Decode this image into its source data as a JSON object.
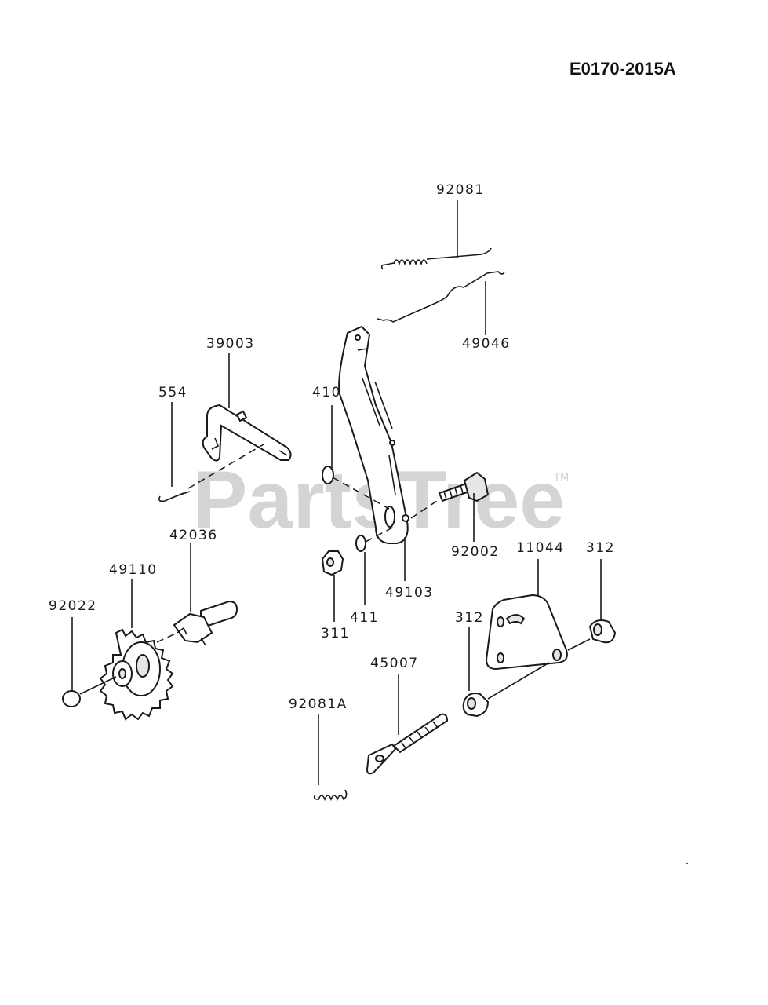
{
  "diagram": {
    "code": "E0170-2015A",
    "watermark": "PartsTree",
    "trademark": "TM",
    "parts": [
      {
        "id": "92081"
      },
      {
        "id": "49046"
      },
      {
        "id": "39003"
      },
      {
        "id": "554"
      },
      {
        "id": "410"
      },
      {
        "id": "92002"
      },
      {
        "id": "49103"
      },
      {
        "id": "411"
      },
      {
        "id": "311"
      },
      {
        "id": "42036"
      },
      {
        "id": "49110"
      },
      {
        "id": "92022"
      },
      {
        "id": "11044"
      },
      {
        "id": "312"
      },
      {
        "id": "312"
      },
      {
        "id": "45007"
      },
      {
        "id": "92081A"
      }
    ]
  }
}
